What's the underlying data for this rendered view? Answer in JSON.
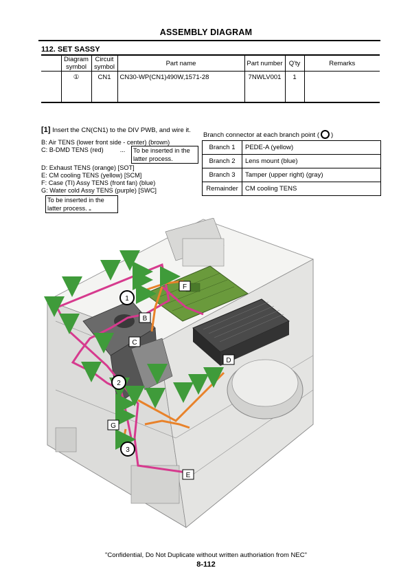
{
  "header": {
    "title": "ASSEMBLY DIAGRAM"
  },
  "section": {
    "title": "112. SET SASSY"
  },
  "parts_table": {
    "headers": {
      "diagram_symbol": "Diagram symbol",
      "circuit_symbol": "Circuit symbol",
      "part_name": "Part name",
      "part_number": "Part number",
      "qty": "Q'ty",
      "remarks": "Remarks"
    },
    "rows": [
      {
        "diagram_symbol": "①",
        "circuit_symbol": "CN1",
        "part_name": "CN30-WP(CN1)490W,1571-28",
        "part_number": "7NWLV001",
        "qty": "1",
        "remarks": ""
      }
    ]
  },
  "instruction": {
    "number": "[1]",
    "text": "Insert the CN(CN1) to the DIV PWB, and wire it."
  },
  "branch_title": "Branch connector at each branch point (",
  "branch_title_end": ")",
  "branches": [
    {
      "name": "Branch 1",
      "desc": "PEDE-A (yellow)"
    },
    {
      "name": "Branch 2",
      "desc": "Lens mount (blue)"
    },
    {
      "name": "Branch 3",
      "desc": "Tamper (upper right) (gray)"
    },
    {
      "name": "Remainder",
      "desc": "CM cooling TENS"
    }
  ],
  "wires": {
    "b": "B: Air TENS (lower front side - center) (brown)",
    "c": "C: B-DMD TENS (red)",
    "ellipsis": "...",
    "note1": "To be inserted in the latter process.",
    "d": "D: Exhaust TENS (orange) [SOT]",
    "e": "E: CM cooling TENS (yellow) [SCM]",
    "f": "F: Case (TI) Assy TENS (front fan) (blue)",
    "g": "G: Water cold Assy TENS (purple) [SWC]",
    "note2": "To be inserted in the latter process. 。"
  },
  "diagram": {
    "labels": {
      "b": "B",
      "c": "C",
      "d": "D",
      "e": "E",
      "f": "F",
      "g": "G"
    },
    "branch_points": {
      "p1": "1",
      "p2": "2",
      "p3": "3"
    },
    "colors": {
      "magenta_wire": "#d63a8e",
      "orange_wire": "#e8822a",
      "arrow": "#3f9b3a",
      "pcb": "#6a9a3c",
      "chassis": "#e6e6e4"
    }
  },
  "footer": {
    "confidential": "\"Confidential, Do Not Duplicate without written authoriation from NEC\"",
    "page": "8-112"
  }
}
